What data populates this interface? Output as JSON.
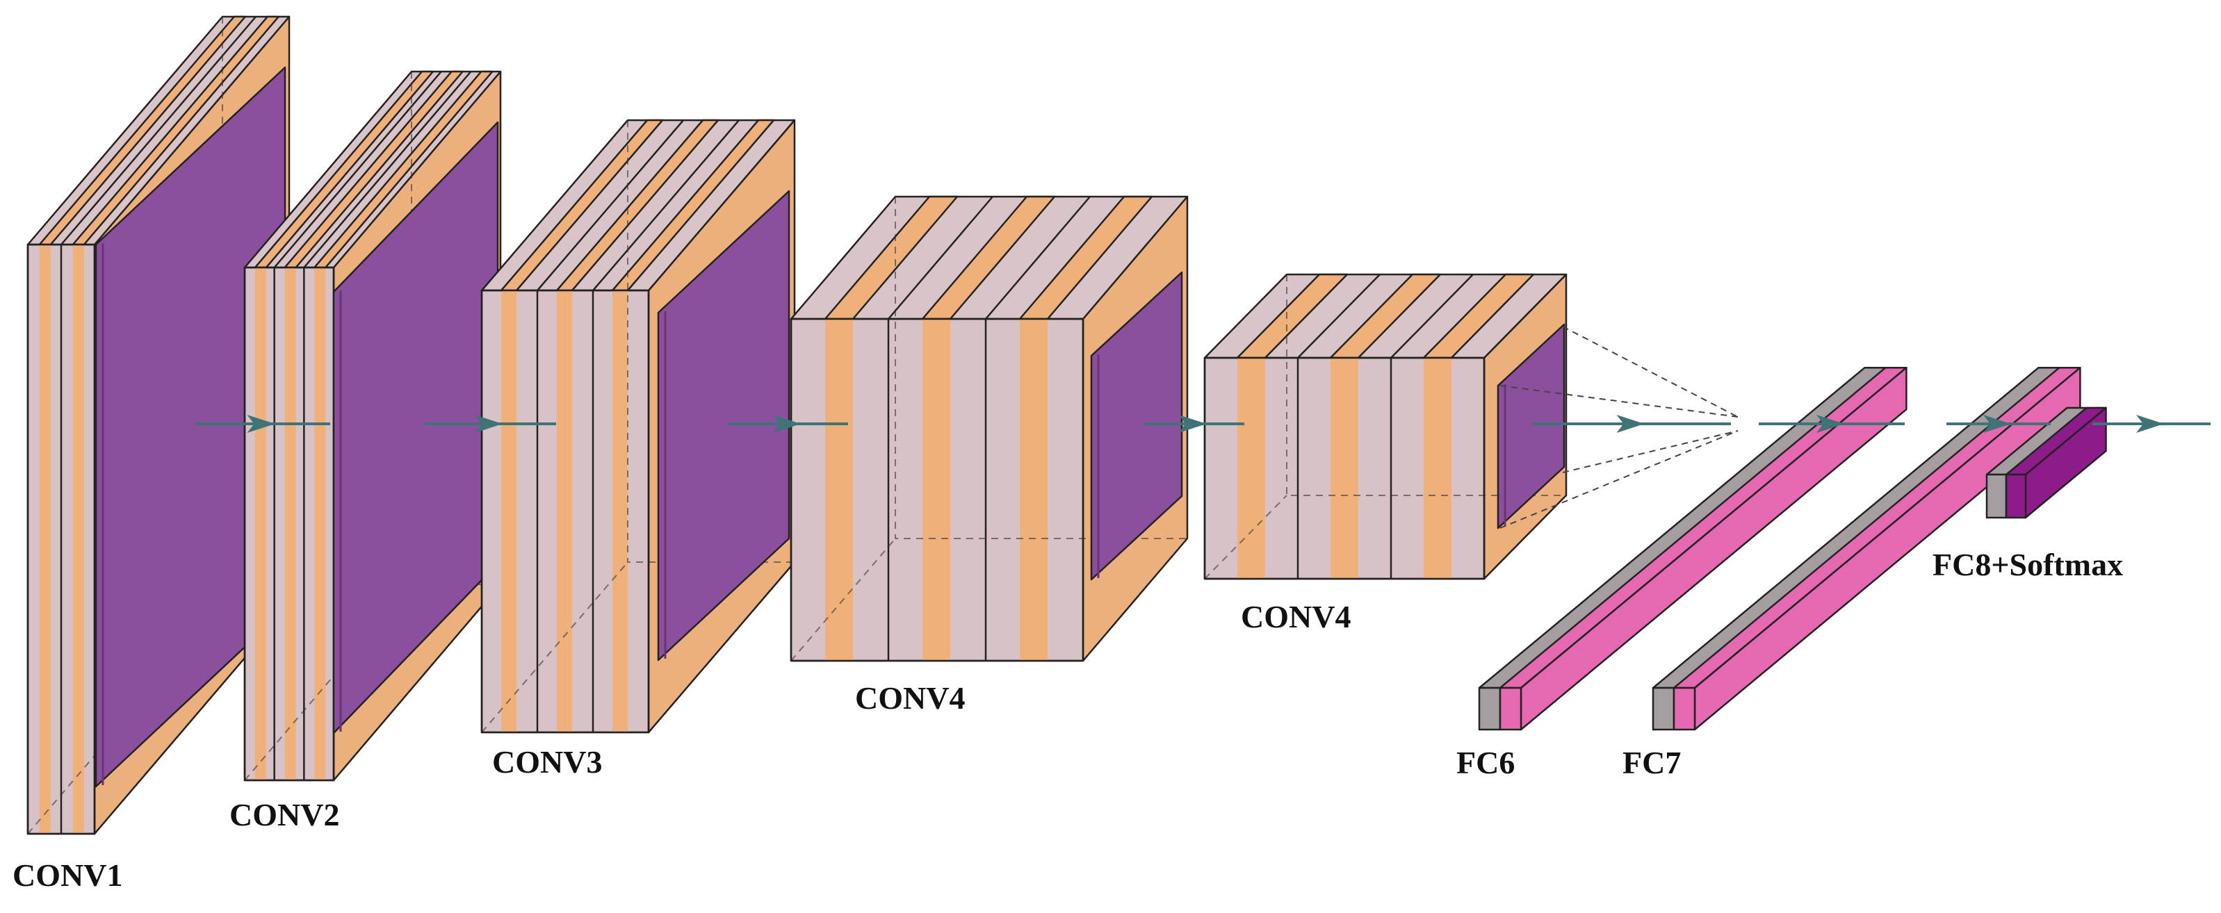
{
  "colors": {
    "volume_face": "#d7c2c6",
    "volume_top": "#d9c4c8",
    "volume_side": "#ecb07c",
    "stripe": "#f0b07a",
    "kernel": "#8c4f9e",
    "kernel_dark": "#6a3478",
    "fc_gray": "#a59ea0",
    "fc_pink": "#e668b0",
    "softmax": "#8e1b8a",
    "arrow": "#3f7376"
  },
  "layers": [
    {
      "id": "conv1",
      "label": "CONV1",
      "type": "conv"
    },
    {
      "id": "conv2",
      "label": "CONV2",
      "type": "conv"
    },
    {
      "id": "conv3",
      "label": "CONV3",
      "type": "conv"
    },
    {
      "id": "conv4a",
      "label": "CONV4",
      "type": "conv"
    },
    {
      "id": "conv4b",
      "label": "CONV4",
      "type": "conv"
    },
    {
      "id": "fc6",
      "label": "FC6",
      "type": "fc"
    },
    {
      "id": "fc7",
      "label": "FC7",
      "type": "fc"
    },
    {
      "id": "fc8",
      "label": "FC8+Softmax",
      "type": "softmax"
    }
  ]
}
